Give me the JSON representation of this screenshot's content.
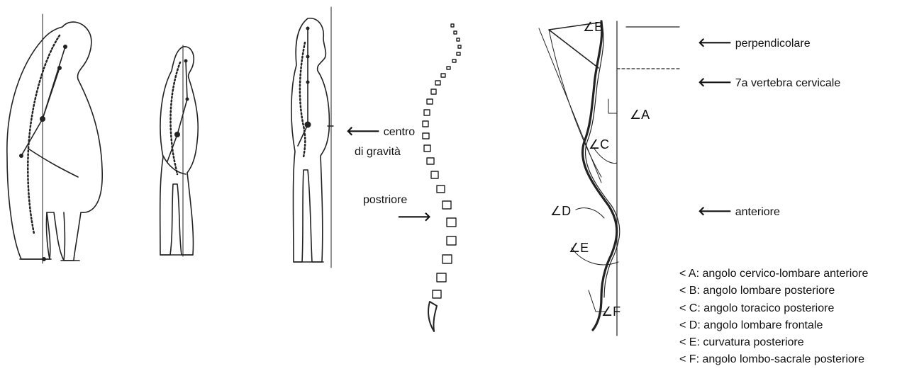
{
  "labels": {
    "centro": "centro",
    "di_gravita": "di gravità",
    "postriore": "postriore",
    "perpendicolare": "perpendicolare",
    "vertebra": "7a vertebra cervicale",
    "anteriore": "anteriore"
  },
  "arrows": {
    "left": "🡐",
    "right": "🡒"
  },
  "angles": {
    "a": "∠A",
    "b": "∠B",
    "c": "∠C",
    "d": "∠D",
    "e": "∠E",
    "f": "∠F"
  },
  "legend": [
    "< A: angolo cervico-lombare anteriore",
    "< B: angolo lombare posteriore",
    "< C: angolo toracico posteriore",
    "< D: angolo lombare frontale",
    "< E: curvatura posteriore",
    "< F: angolo lombo-sacrale posteriore"
  ]
}
